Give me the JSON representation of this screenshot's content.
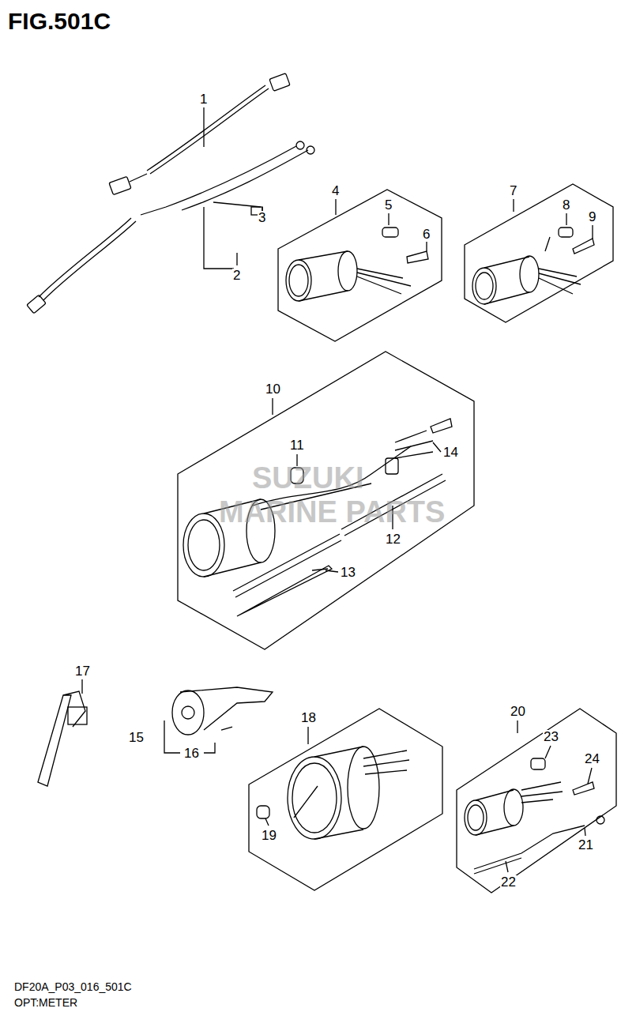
{
  "diagram": {
    "title": "FIG.501C",
    "labels": [
      "1",
      "2",
      "3",
      "4",
      "5",
      "6",
      "7",
      "8",
      "9",
      "10",
      "11",
      "12",
      "13",
      "14",
      "15",
      "16",
      "17",
      "18",
      "19",
      "20",
      "21",
      "22",
      "23",
      "24",
      "SUZUKI",
      "MARINE PARTS",
      "DF20A_P03_016_501C",
      "OPT:METER"
    ]
  }
}
